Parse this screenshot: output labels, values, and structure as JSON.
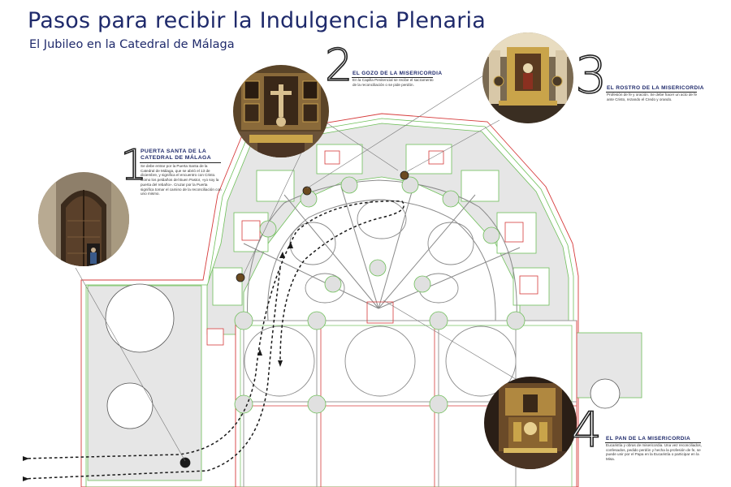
{
  "header": {
    "title": "Pasos para recibir la Indulgencia Plenaria",
    "subtitle": "El Jubileo en la Catedral de Málaga"
  },
  "steps": [
    {
      "number": "1",
      "title_line1": "PUERTA SANTA DE LA",
      "title_line2": "CATEDRAL DE MÁLAGA",
      "text": "Se debe entrar por la Puerta Santa de la Catedral de Málaga, que se abrió el 13 de diciembre, y significa el encuentro con Cristo. Como los peldaños del Buen Pastor, «yo soy la puerta del rebaño». Cruzar por la Puerta significa tomar el camino de la reconciliación con uno mismo."
    },
    {
      "number": "2",
      "title": "EL GOZO DE LA MISERICORDIA",
      "text": "En la Capilla Penitencial se recibe el sacramento de la reconciliación o se pide perdón."
    },
    {
      "number": "3",
      "title": "EL ROSTRO DE LA MISERICORDIA",
      "text": "Profesión de fe y oración. Se debe hacer un acto de fe ante Cristo, rezando el Credo y orando."
    },
    {
      "number": "4",
      "title": "EL PAN DE LA MISERICORDIA",
      "text": "Eucaristía y obras de misericordia. Una vez reconciliados, confesados, pedido perdón y hecha la profesión de fe, se puede unir por el Papa en la Eucaristía o participar en la Misa."
    }
  ],
  "colors": {
    "title": "#1f2a6b",
    "plan_fill": "#e6e6e6",
    "outline_green": "#6fbf5a",
    "outline_red": "#d63b3b",
    "path": "#1a1a1a"
  }
}
